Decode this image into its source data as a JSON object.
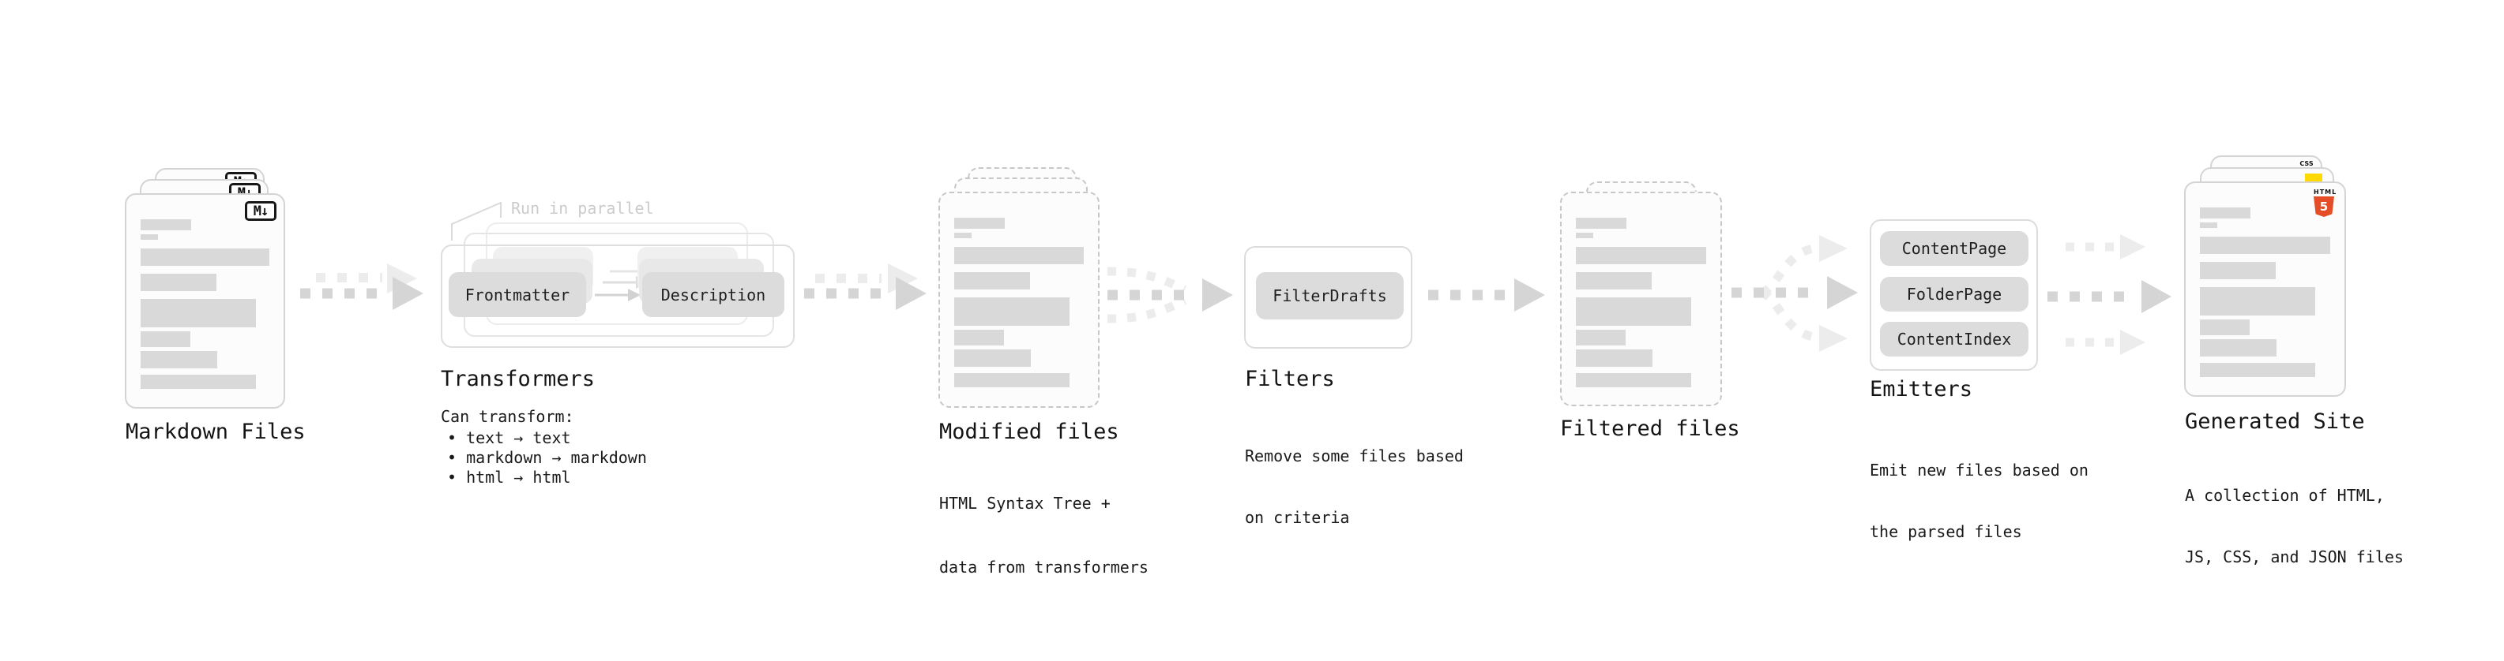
{
  "diagram": {
    "markdown": {
      "title": "Markdown Files",
      "file_icon": "M↓"
    },
    "transformers": {
      "note": "Run in parallel",
      "box_frontmatter": "Frontmatter",
      "box_description": "Description",
      "title": "Transformers",
      "desc_heading": "Can transform:",
      "bullets": [
        "• text → text",
        "• markdown → markdown",
        "• html → html"
      ]
    },
    "modified": {
      "title": "Modified files",
      "desc_line1": "HTML Syntax Tree +",
      "desc_line2": "data from transformers"
    },
    "filters": {
      "box_filterdrafts": "FilterDrafts",
      "title": "Filters",
      "desc_line1": "Remove some files based",
      "desc_line2": "on criteria"
    },
    "filtered": {
      "title": "Filtered files"
    },
    "emitters": {
      "box_contentpage": "ContentPage",
      "box_folderpage": "FolderPage",
      "box_contentindex": "ContentIndex",
      "title": "Emitters",
      "desc_line1": "Emit new files based on",
      "desc_line2": "the parsed files"
    },
    "generated": {
      "title": "Generated Site",
      "desc_line1": "A collection of HTML,",
      "desc_line2": "JS, CSS, and JSON files",
      "html5_word": "HTML",
      "html5_number": "5",
      "css_word": "CSS"
    },
    "colors": {
      "html5_orange": "#e44d26",
      "js_yellow": "#ffd900",
      "css_blue": "#2965f1"
    }
  }
}
